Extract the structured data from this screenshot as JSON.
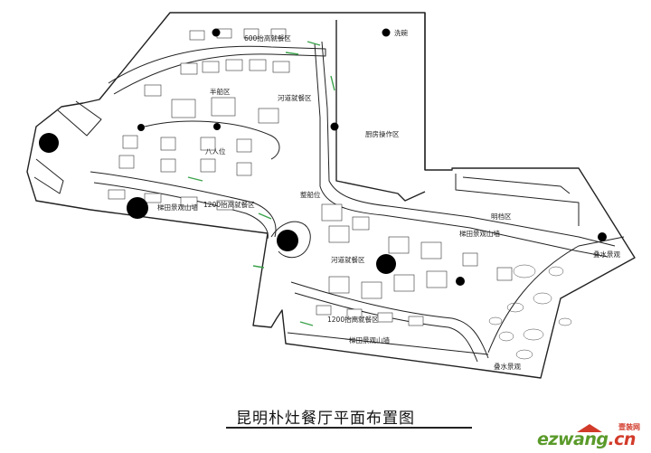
{
  "title": "昆明朴灶餐厅平面布置图",
  "labels": {
    "area_600_high": "600抬高就餐区",
    "half_boat": "半船区",
    "river_dining_top": "河道就餐区",
    "kitchen": "厨房操作区",
    "eight_seats": "八人位",
    "area_1200_high_upper": "1200抬高就餐区",
    "terrace_wall_upper": "梯田景观山墙",
    "whole_boat": "整船位",
    "open_stall": "明档区",
    "terrace_wall_right": "梯田景观山墙",
    "river_dining_main": "河道就餐区",
    "wash_room": "洗碗",
    "waterfall_landscape": "叠水景观",
    "area_1200_high_lower": "1200抬高就餐区",
    "terrace_wall_lower": "梯田景观山墙",
    "corner_landscape": "叠水景观"
  },
  "watermark": {
    "brand": "ezwang",
    "suffix": ".cn",
    "sub": "壹装网"
  }
}
